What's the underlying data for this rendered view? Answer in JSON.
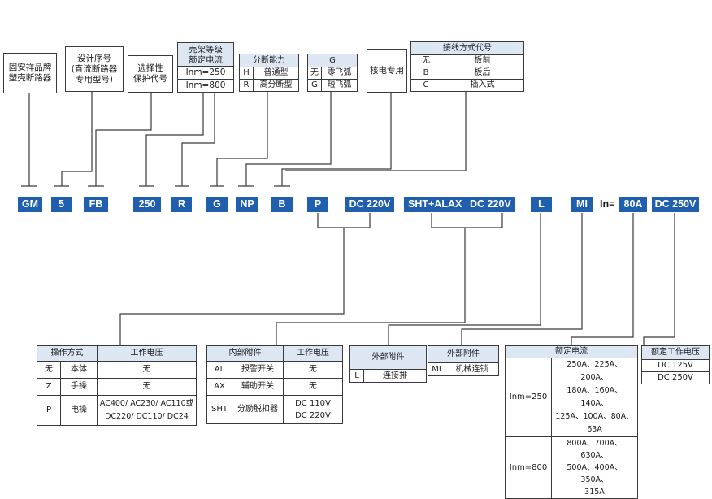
{
  "top_boxes": {
    "brand": [
      "固安祥品牌",
      "塑壳断路器"
    ],
    "design": [
      "设计序号",
      "(直流断路器",
      "专用型号)"
    ],
    "protect": [
      "选择性",
      "保护代号"
    ],
    "frame": {
      "title": [
        "壳架等级",
        "额定电流"
      ],
      "rows": [
        "Inm=250",
        "Inm=800"
      ]
    },
    "breaking": {
      "title": "分断能力",
      "rows": [
        [
          "H",
          "普通型"
        ],
        [
          "R",
          "高分断型"
        ]
      ]
    },
    "arc": {
      "title": "G",
      "rows": [
        [
          "无",
          "零飞弧"
        ],
        [
          "G",
          "短飞弧"
        ]
      ]
    },
    "nuclear": "核电专用",
    "wiring": {
      "title": "接线方式代号",
      "rows": [
        [
          "无",
          "板前"
        ],
        [
          "B",
          "板后"
        ],
        [
          "C",
          "插入式"
        ]
      ]
    }
  },
  "codes": {
    "gm": "GM",
    "five": "5",
    "fb": "FB",
    "n250": "250",
    "r": "R",
    "g": "G",
    "np": "NP",
    "b": "B",
    "p": "P",
    "dc220": "DC 220V",
    "sht": "SHT+ALAX",
    "dc220b": "DC 220V",
    "l": "L",
    "mi": "MI",
    "in_label": "In=",
    "a80": "80A",
    "dc250": "DC 250V"
  },
  "operation": {
    "headers": [
      "操作方式",
      "工作电压"
    ],
    "rows": [
      [
        "无",
        "本体",
        "无"
      ],
      [
        "Z",
        "手操",
        "无"
      ],
      [
        "P",
        "电操",
        "AC400/ AC230/ AC110或",
        "DC220/ DC110/ DC24"
      ]
    ]
  },
  "internal": {
    "headers": [
      "内部附件",
      "工作电压"
    ],
    "rows": [
      [
        "AL",
        "报警开关",
        "无"
      ],
      [
        "AX",
        "辅助开关",
        "无"
      ],
      [
        "SHT",
        "分励脱扣器",
        "DC 110V",
        "DC 220V"
      ]
    ]
  },
  "external1": {
    "title": "外部附件",
    "code": "L",
    "name": "连接排"
  },
  "external2": {
    "title": "外部附件",
    "code": "MI",
    "name": "机械连锁"
  },
  "rated_current": {
    "title": "额定电流",
    "rows": [
      {
        "label": "Inm=250",
        "lines": [
          "250A、225A、200A、",
          "180A、160A、140A、",
          "125A、100A、80A、",
          "63A"
        ]
      },
      {
        "label": "Inm=800",
        "lines": [
          "800A、700A、630A、",
          "500A、400A、350A、",
          "315A"
        ]
      }
    ]
  },
  "rated_voltage": {
    "title": "额定工作电压",
    "rows": [
      "DC 125V",
      "DC 250V"
    ]
  }
}
